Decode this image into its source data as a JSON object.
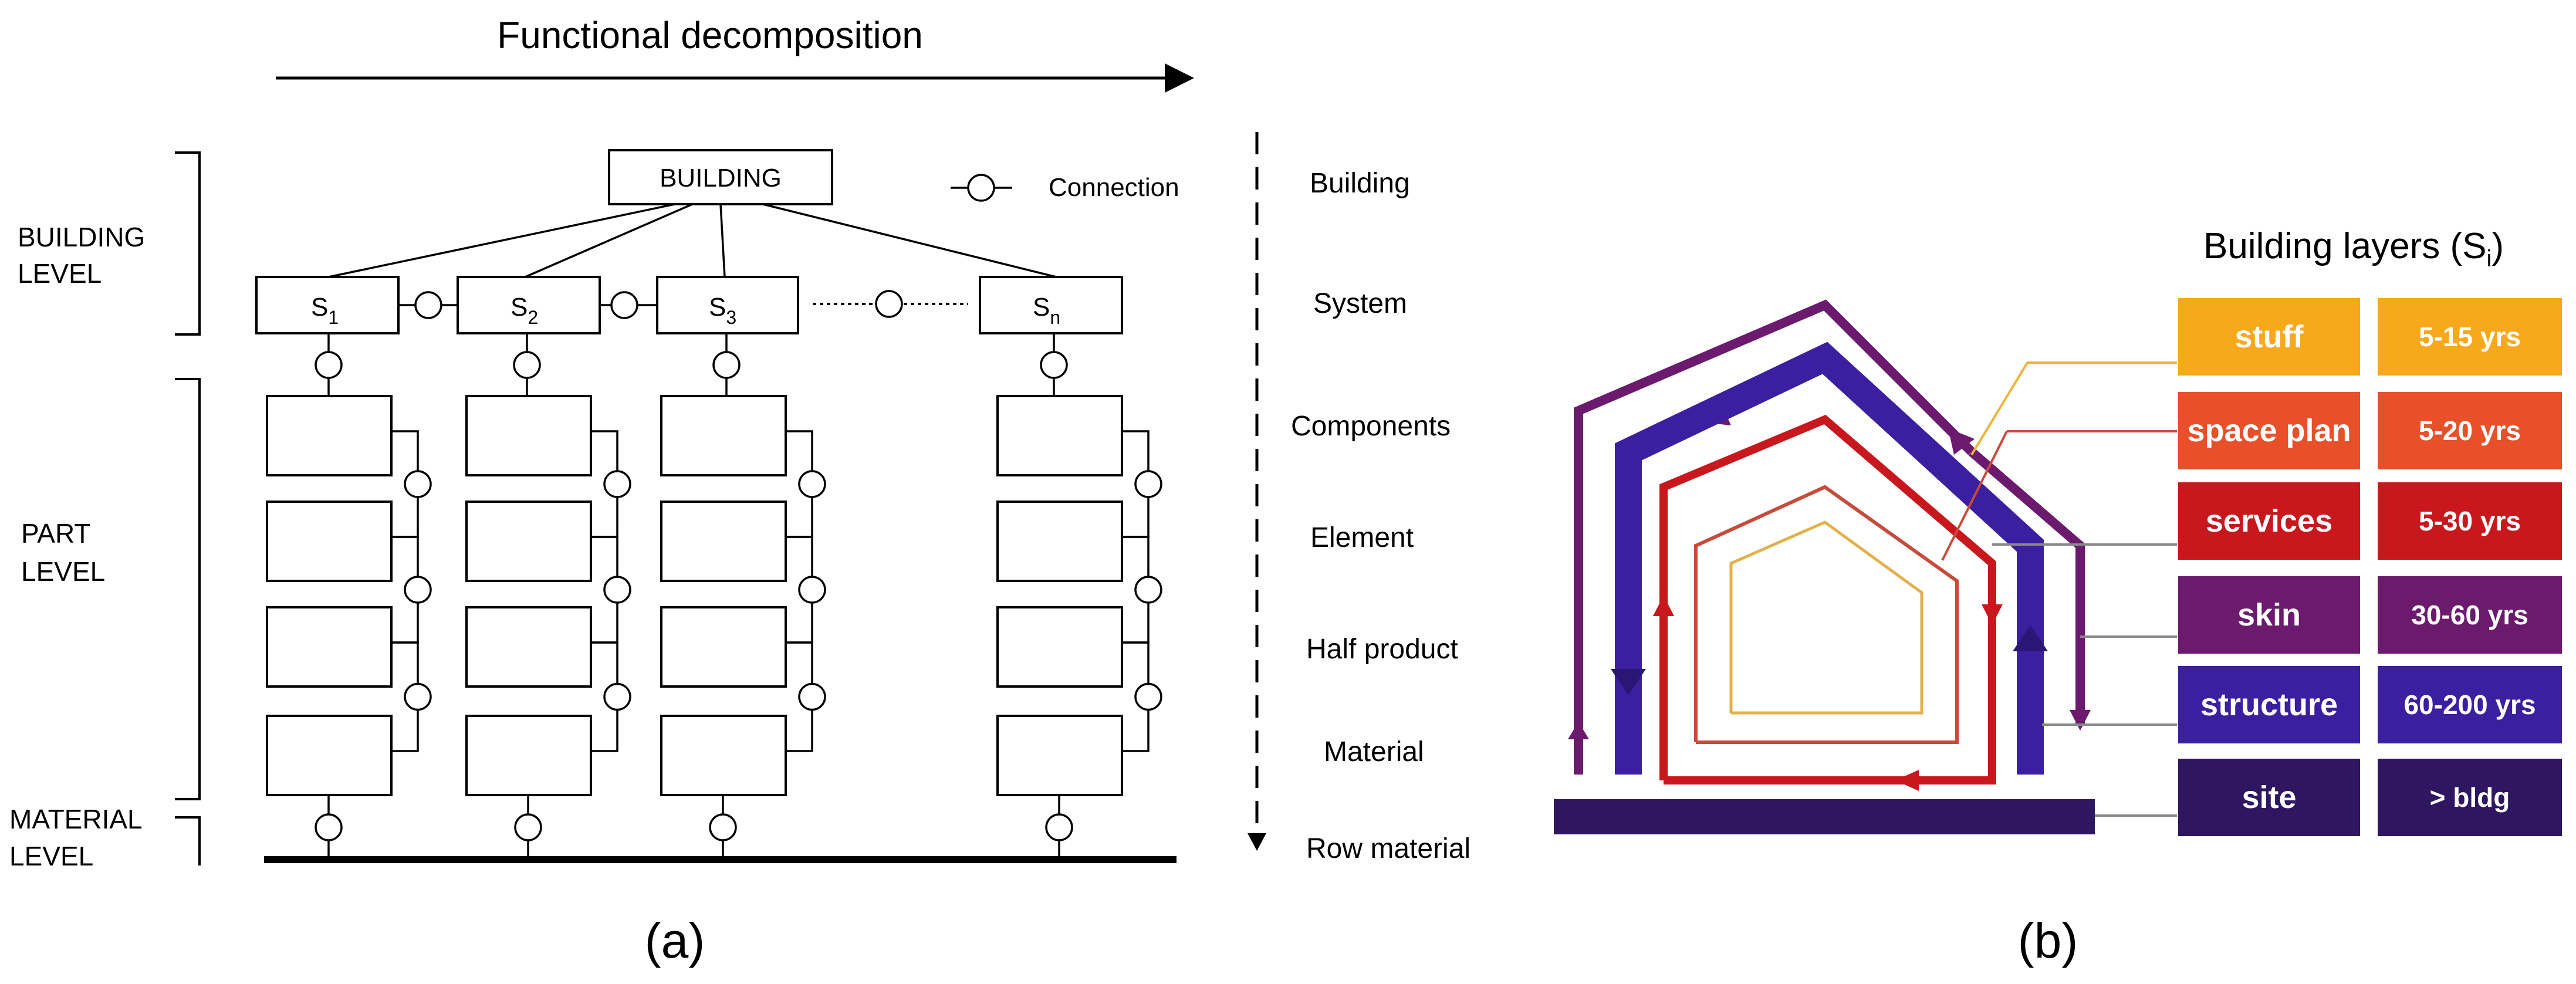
{
  "panel_a": {
    "header": "Functional decomposition",
    "levels": [
      "BUILDING",
      "LEVEL",
      "PART",
      "LEVEL",
      "MATERIAL",
      "LEVEL"
    ],
    "root": "BUILDING",
    "systems": [
      {
        "s": "S",
        "sub": "1"
      },
      {
        "s": "S",
        "sub": "2"
      },
      {
        "s": "S",
        "sub": "3"
      },
      {
        "s": "S",
        "sub": "n"
      }
    ],
    "legend": "Connection",
    "right_labels": [
      "Building",
      "System",
      "Components",
      "Element",
      "Half product",
      "Material",
      "Row material"
    ],
    "caption": "(a)"
  },
  "panel_b": {
    "title": "Building layers (S",
    "title_sub": "i",
    "title_close": ")",
    "layers": [
      {
        "name": "stuff",
        "years": "5-15 yrs",
        "color": "#F7A81B"
      },
      {
        "name": "space plan",
        "years": "5-20 yrs",
        "color": "#E8502A"
      },
      {
        "name": "services",
        "years": "5-30 yrs",
        "color": "#C8181E"
      },
      {
        "name": "skin",
        "years": "30-60 yrs",
        "color": "#6B1A6E"
      },
      {
        "name": "structure",
        "years": "60-200 yrs",
        "color": "#3B1FA0"
      },
      {
        "name": "site",
        "years": "> bldg",
        "color": "#2E1660"
      }
    ],
    "caption": "(b)"
  }
}
